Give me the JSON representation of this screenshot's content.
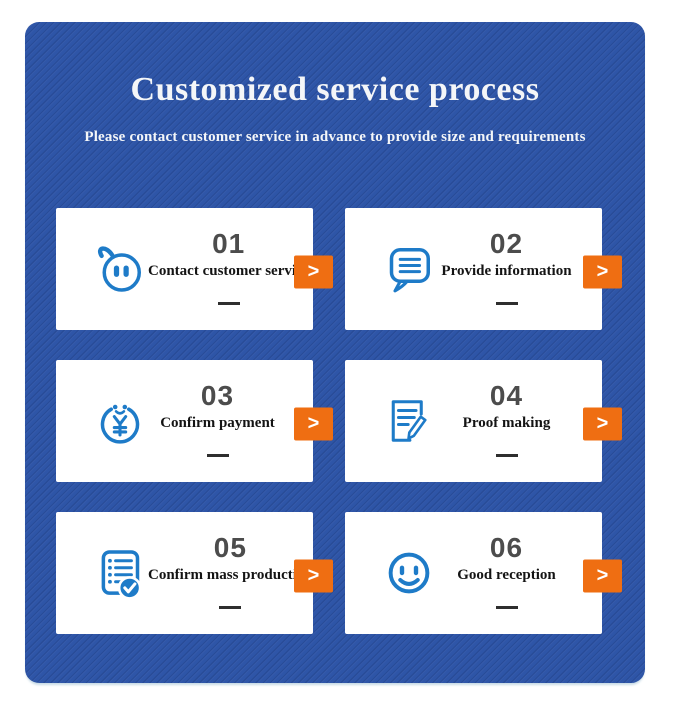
{
  "header": {
    "title": "Customized service process",
    "subtitle": "Please contact customer service in advance to provide size and requirements"
  },
  "steps": [
    {
      "number": "01",
      "label": "Contact customer service",
      "icon": "chat-face-icon",
      "arrow": ">"
    },
    {
      "number": "02",
      "label": "Provide information",
      "icon": "message-bubble-icon",
      "arrow": ">"
    },
    {
      "number": "03",
      "label": "Confirm payment",
      "icon": "yen-coin-icon",
      "arrow": ">"
    },
    {
      "number": "04",
      "label": "Proof making",
      "icon": "document-edit-icon",
      "arrow": ">"
    },
    {
      "number": "05",
      "label": "Confirm mass production",
      "icon": "checklist-check-icon",
      "arrow": ">"
    },
    {
      "number": "06",
      "label": "Good reception",
      "icon": "smiley-face-icon",
      "arrow": ">"
    }
  ],
  "colors": {
    "panel_blue": "#2e55a7",
    "stripe_blue": "#29488f",
    "icon_blue": "#1e7bc8",
    "arrow_orange": "#ef6e12",
    "number_gray": "#4c4c4c",
    "label_black": "#141414",
    "dash_dark": "#2e2e2e",
    "card_white": "#ffffff",
    "heading_white": "#f4f6f8"
  }
}
